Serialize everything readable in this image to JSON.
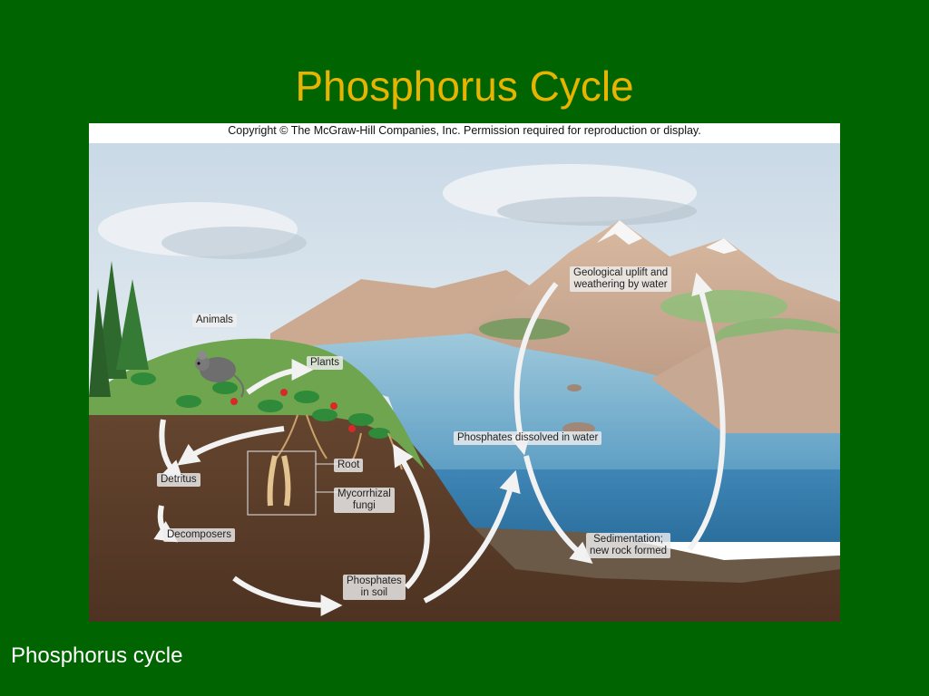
{
  "slide": {
    "title": "Phosphorus Cycle",
    "caption": "Phosphorus cycle"
  },
  "figure": {
    "copyright": "Copyright © The McGraw-Hill Companies, Inc. Permission required for reproduction or display."
  },
  "labels": {
    "animals": "Animals",
    "plants": "Plants",
    "detritus": "Detritus",
    "decomposers": "Decomposers",
    "root": "Root",
    "mycorrhizal_1": "Mycorrhizal",
    "mycorrhizal_2": "fungi",
    "phosphates_soil_1": "Phosphates",
    "phosphates_soil_2": "in soil",
    "phosphates_water": "Phosphates dissolved in water",
    "sedimentation_1": "Sedimentation;",
    "sedimentation_2": "new rock formed",
    "uplift_1": "Geological uplift and",
    "uplift_2": "weathering by water"
  },
  "colors": {
    "background": "#006400",
    "title": "#E8B400",
    "caption": "#FFFFFF"
  }
}
